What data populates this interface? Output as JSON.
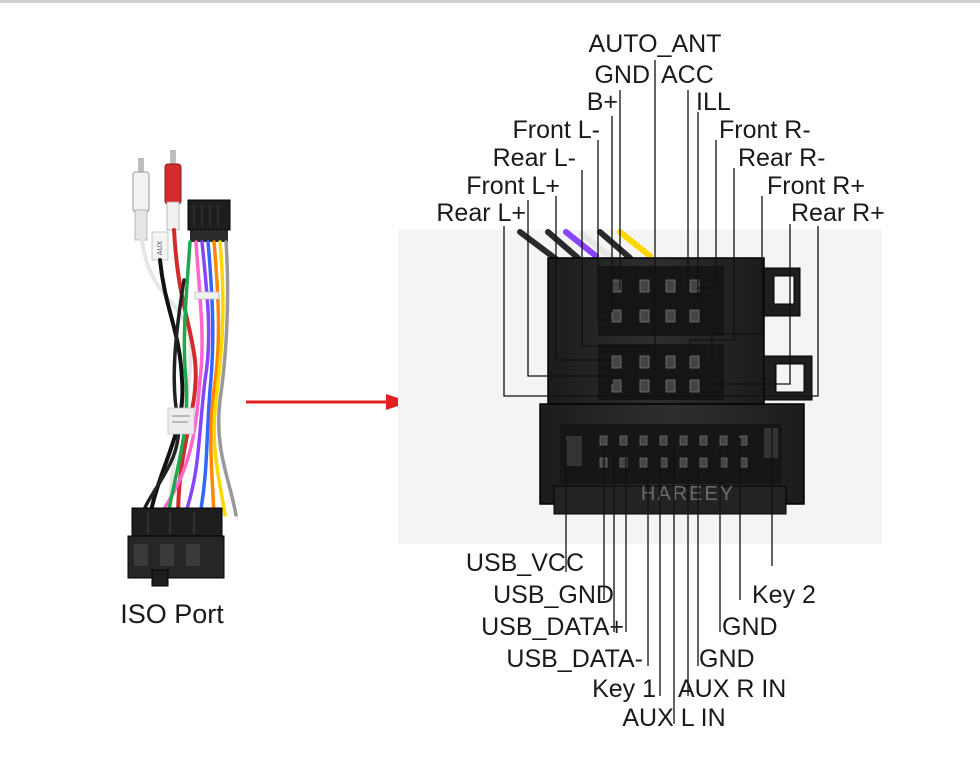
{
  "harness": {
    "caption": "ISO Port",
    "aux_tag": "AUX"
  },
  "connector": {
    "watermark": "HAREEY"
  },
  "top_labels": {
    "auto_ant": "AUTO_ANT",
    "gnd": "GND",
    "acc": "ACC",
    "b_plus": "B+",
    "ill": "ILL",
    "front_l_minus": "Front L-",
    "front_r_minus": "Front R-",
    "rear_l_minus": "Rear L-",
    "rear_r_minus": "Rear R-",
    "front_l_plus": "Front L+",
    "front_r_plus": "Front R+",
    "rear_l_plus": "Rear L+",
    "rear_r_plus": "Rear R+"
  },
  "bottom_labels": {
    "usb_vcc": "USB_VCC",
    "usb_gnd": "USB_GND",
    "key2": "Key 2",
    "usb_data_plus": "USB_DATA+",
    "gnd_a": "GND",
    "usb_data_minus": "USB_DATA-",
    "gnd_b": "GND",
    "key1": "Key 1",
    "aux_r_in": "AUX R IN",
    "aux_l_in": "AUX L IN"
  },
  "colors": {
    "arrow": "#e02020",
    "connector_body": "#262626",
    "leader": "#111111",
    "wires": [
      "#ff66cc",
      "#8844ff",
      "#3366ff",
      "#ff8800",
      "#ffd700",
      "#1fa84f",
      "#999999",
      "#111111",
      "#ffffff",
      "#d22b2b"
    ]
  }
}
